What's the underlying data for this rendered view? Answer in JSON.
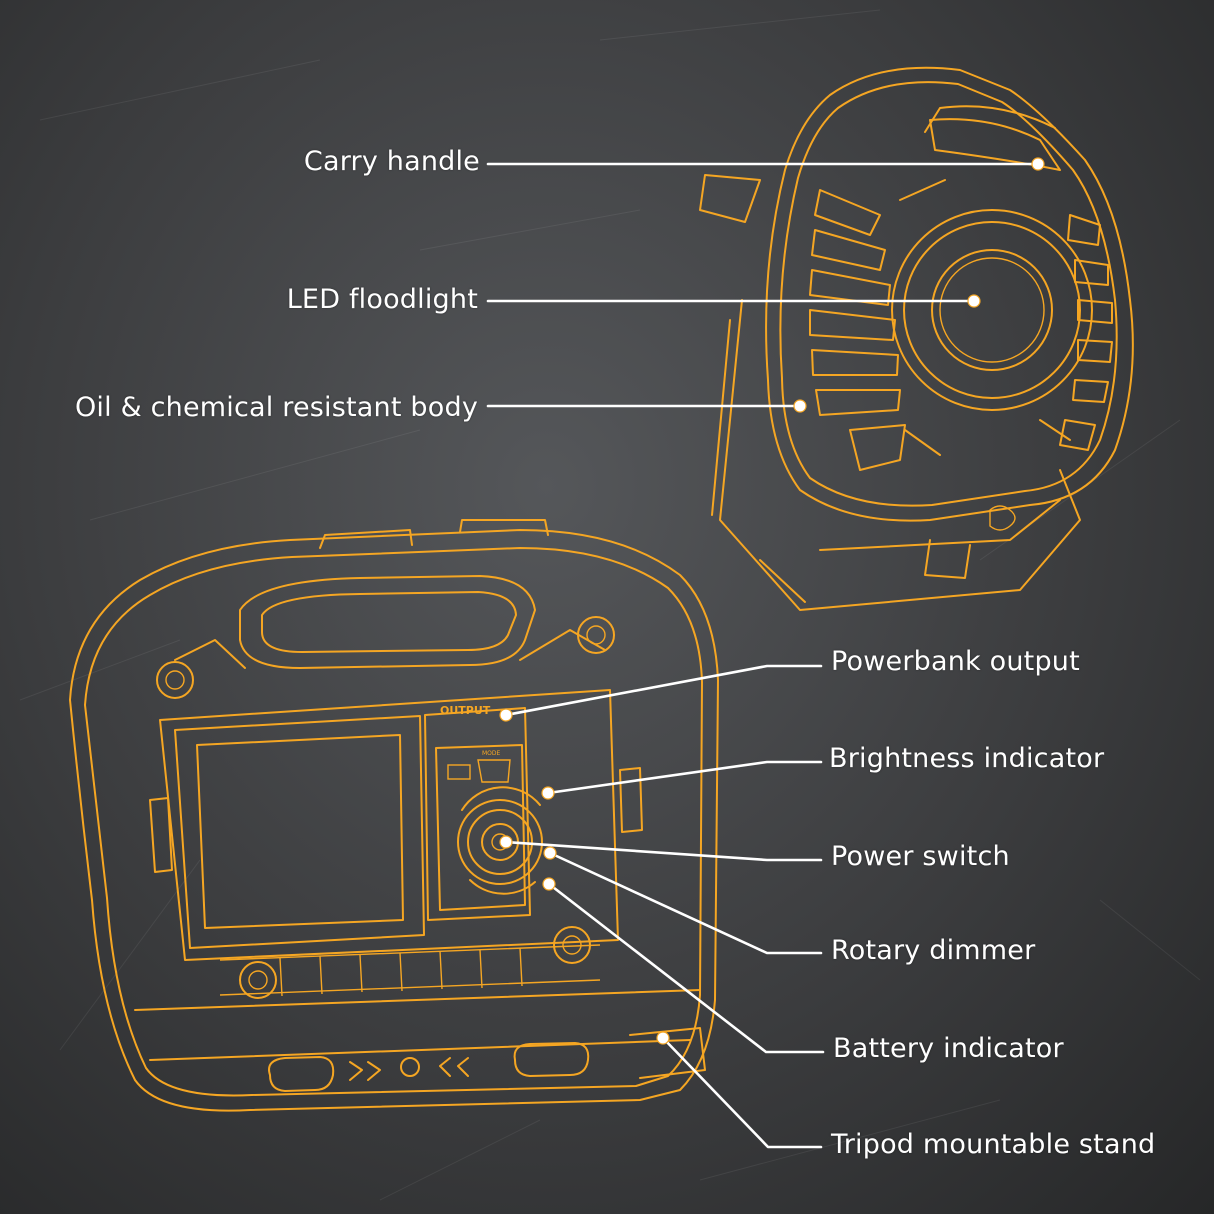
{
  "callouts": {
    "carry_handle": "Carry handle",
    "led_floodlight": "LED floodlight",
    "body": "Oil & chemical resistant body",
    "powerbank_output": "Powerbank output",
    "brightness_indicator": "Brightness indicator",
    "power_switch": "Power switch",
    "rotary_dimmer": "Rotary dimmer",
    "battery_indicator": "Battery indicator",
    "tripod_stand": "Tripod mountable stand"
  },
  "panel_text": {
    "output": "OUTPUT",
    "mode": "MODE"
  },
  "colors": {
    "outline": "#f5a623",
    "callout": "#ffffff",
    "background": "#3a3b3c"
  }
}
